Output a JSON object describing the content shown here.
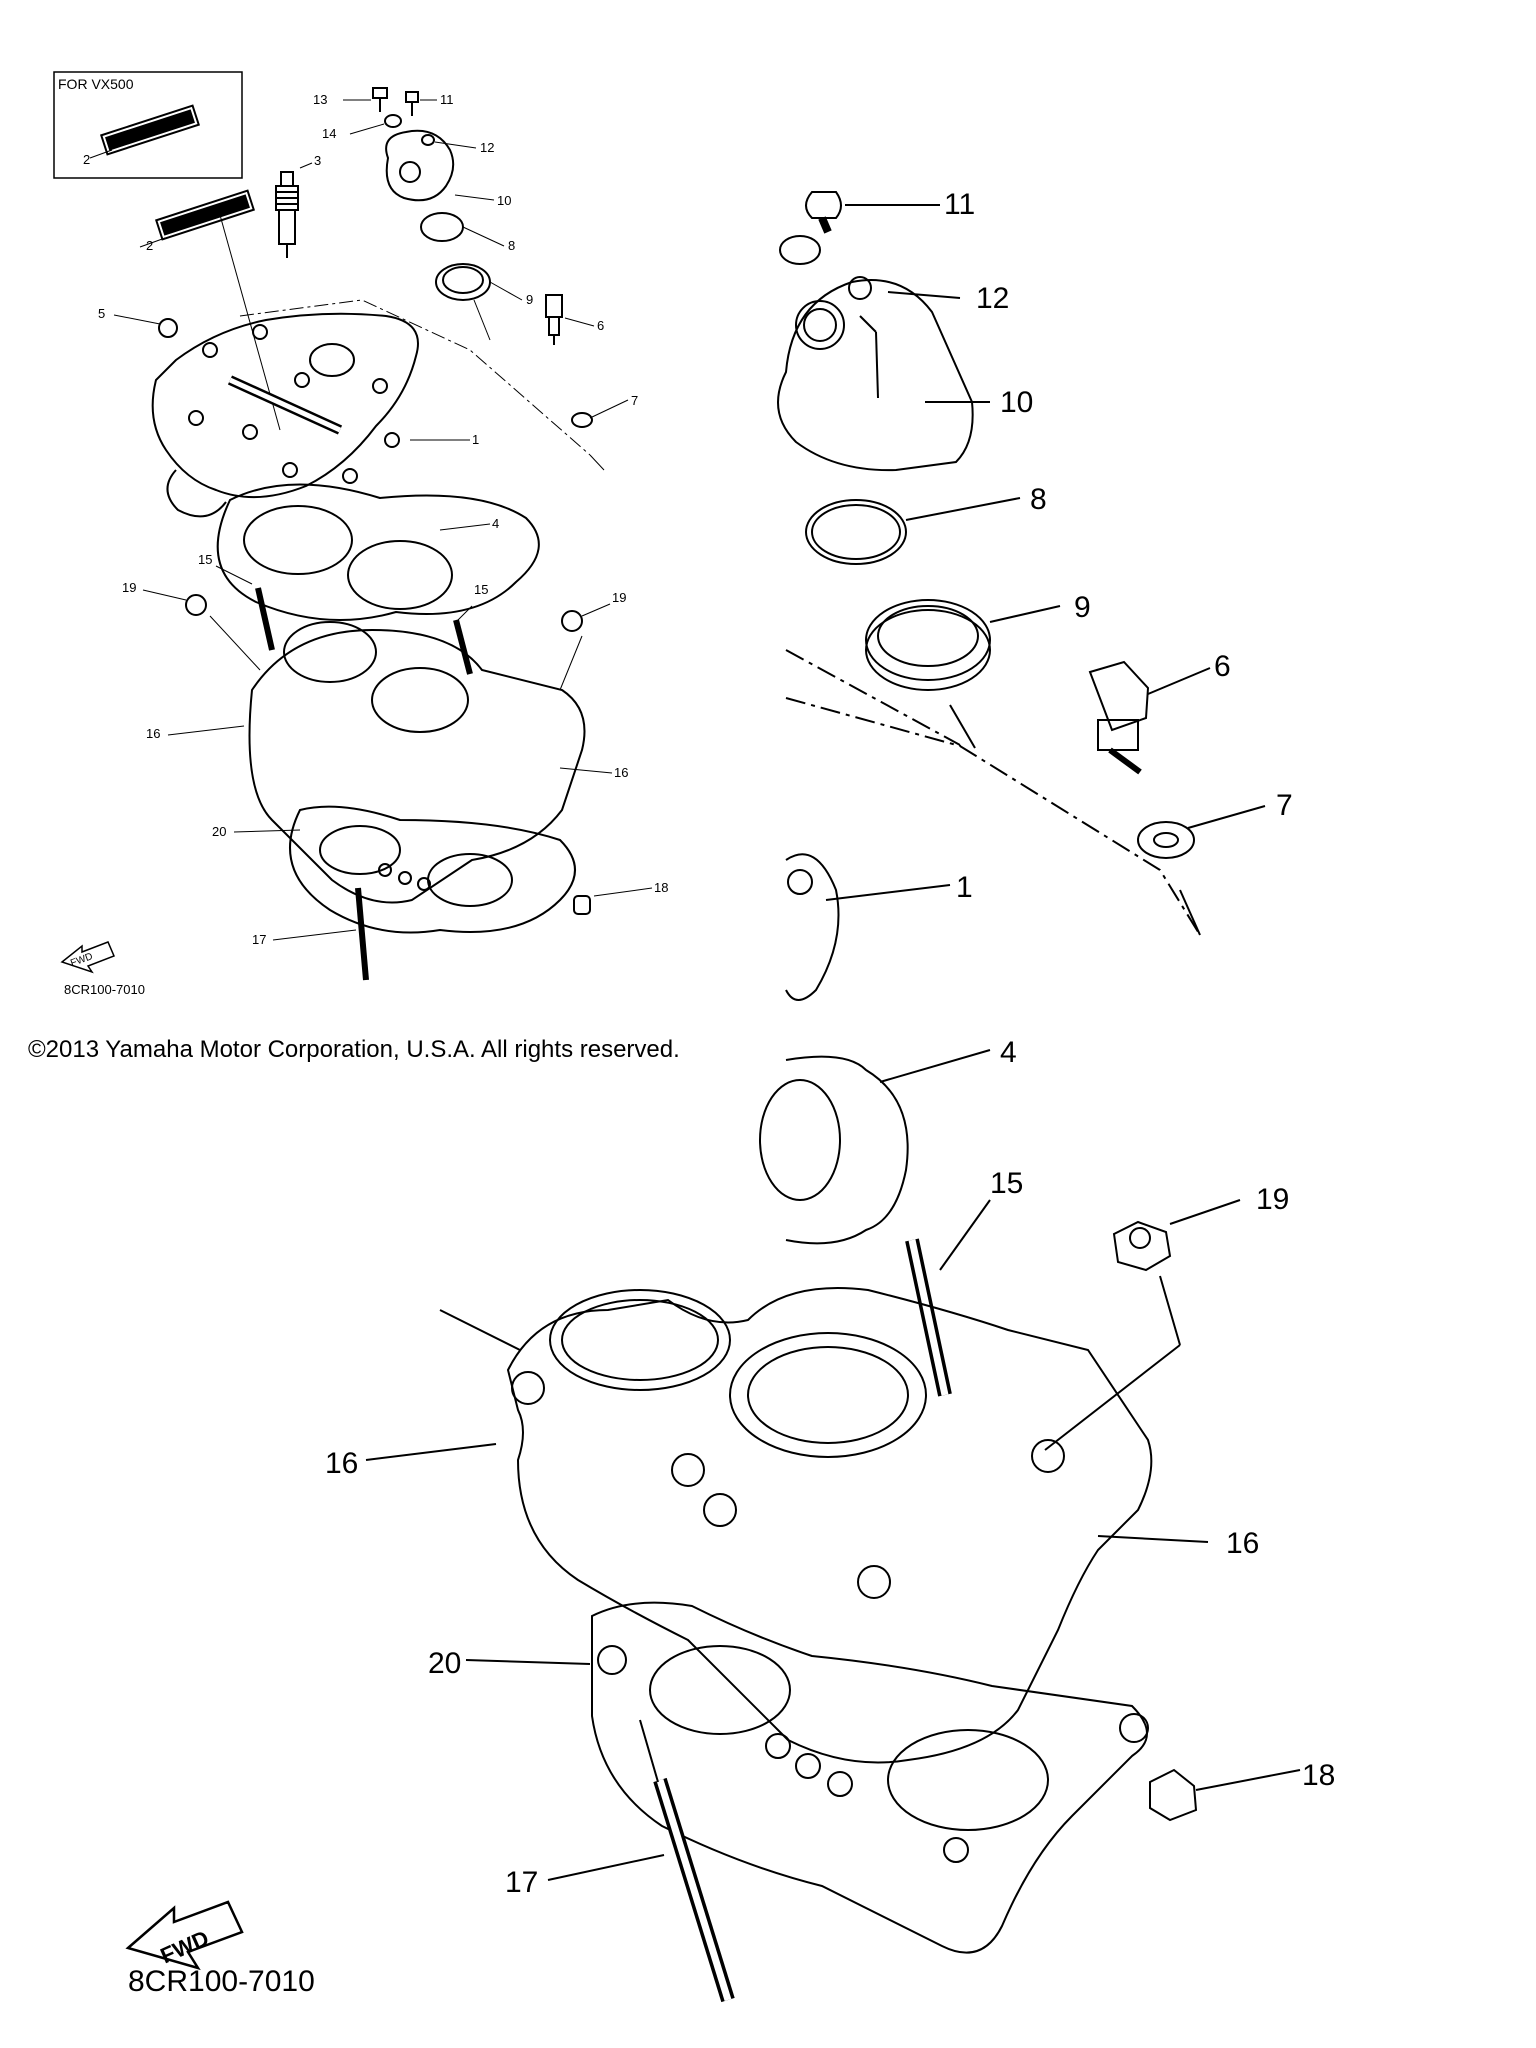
{
  "note_label": "FOR VX500",
  "diagram_code": "8CR100-7010",
  "copyright": "©2013 Yamaha Motor Corporation, U.S.A. All rights reserved.",
  "fwd_label": "FWD",
  "callouts_small": [
    "13",
    "11",
    "14",
    "12",
    "3",
    "10",
    "2",
    "2",
    "8",
    "5",
    "9",
    "6",
    "7",
    "1",
    "4",
    "15",
    "15",
    "19",
    "19",
    "16",
    "16",
    "20",
    "18",
    "17"
  ],
  "callouts_detail_top": [
    "11",
    "12",
    "10",
    "8",
    "9",
    "6",
    "7",
    "1"
  ],
  "callouts_detail_bottom": [
    "4",
    "15",
    "19",
    "16",
    "16",
    "20",
    "18",
    "17"
  ]
}
